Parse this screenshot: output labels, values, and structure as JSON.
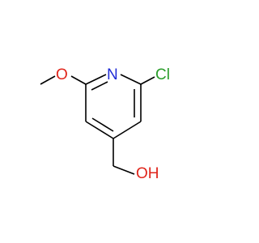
{
  "molecule": {
    "atoms": {
      "nitrogen": "N",
      "chlorine": "Cl",
      "oxygen_ether": "O",
      "hydroxyl": "OH"
    },
    "colors": {
      "nitrogen": "#1f2bd6",
      "chlorine": "#2a9d2a",
      "oxygen": "#e0251b",
      "bond": "#000000"
    }
  }
}
